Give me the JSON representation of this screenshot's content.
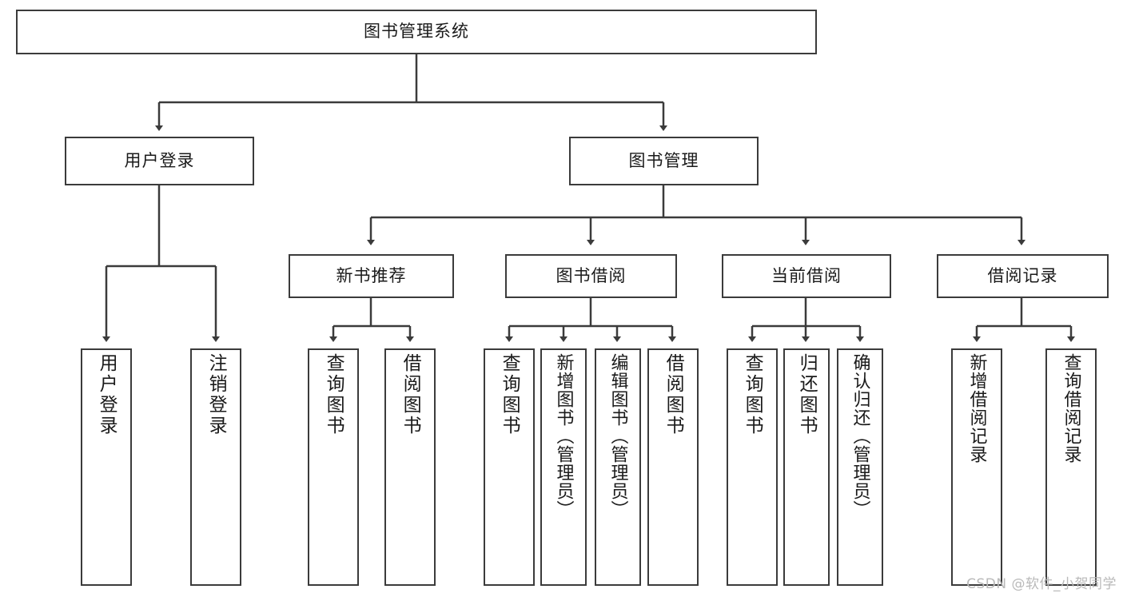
{
  "diagram": {
    "title": "图书管理系统",
    "root": {
      "label": "图书管理系统"
    },
    "level2": [
      {
        "label": "用户登录"
      },
      {
        "label": "图书管理"
      }
    ],
    "level3": [
      {
        "label": "新书推荐"
      },
      {
        "label": "图书借阅"
      },
      {
        "label": "当前借阅"
      },
      {
        "label": "借阅记录"
      }
    ],
    "leaves": {
      "user_login": [
        {
          "label": "用户登录"
        },
        {
          "label": "注销登录"
        }
      ],
      "new_book_recommend": [
        {
          "label": "查询图书"
        },
        {
          "label": "借阅图书"
        }
      ],
      "book_borrow": [
        {
          "label": "查询图书"
        },
        {
          "label": "新增图书（管理员）"
        },
        {
          "label": "编辑图书（管理员）"
        },
        {
          "label": "借阅图书"
        }
      ],
      "current_borrow": [
        {
          "label": "查询图书"
        },
        {
          "label": "归还图书"
        },
        {
          "label": "确认归还（管理员）"
        }
      ],
      "borrow_record": [
        {
          "label": "新增借阅记录"
        },
        {
          "label": "查询借阅记录"
        }
      ]
    },
    "watermark": "CSDN @软件_小贺同学",
    "colors": {
      "stroke": "#3b3b3b",
      "fill": "#ffffff",
      "text": "#1a1a1a",
      "watermark": "#b9b9b9"
    }
  }
}
